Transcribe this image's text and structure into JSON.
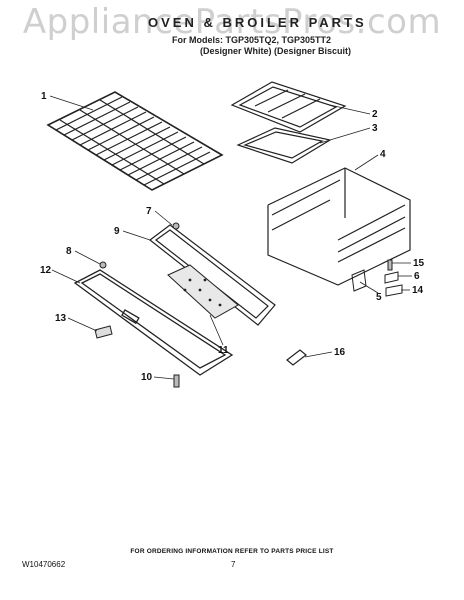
{
  "watermark": "AppliancePartsPros.com",
  "header": {
    "title": "OVEN & BROILER PARTS",
    "models_line": "For Models: TGP305TQ2, TGP305TT2",
    "colors_line": "(Designer White) (Designer Biscuit)"
  },
  "callouts": [
    "1",
    "2",
    "3",
    "4",
    "5",
    "6",
    "7",
    "8",
    "9",
    "10",
    "11",
    "12",
    "13",
    "14",
    "15",
    "16"
  ],
  "footer": {
    "ordering_note": "FOR ORDERING INFORMATION REFER TO PARTS PRICE LIST",
    "doc_number": "W10470662",
    "page_number": "7"
  }
}
